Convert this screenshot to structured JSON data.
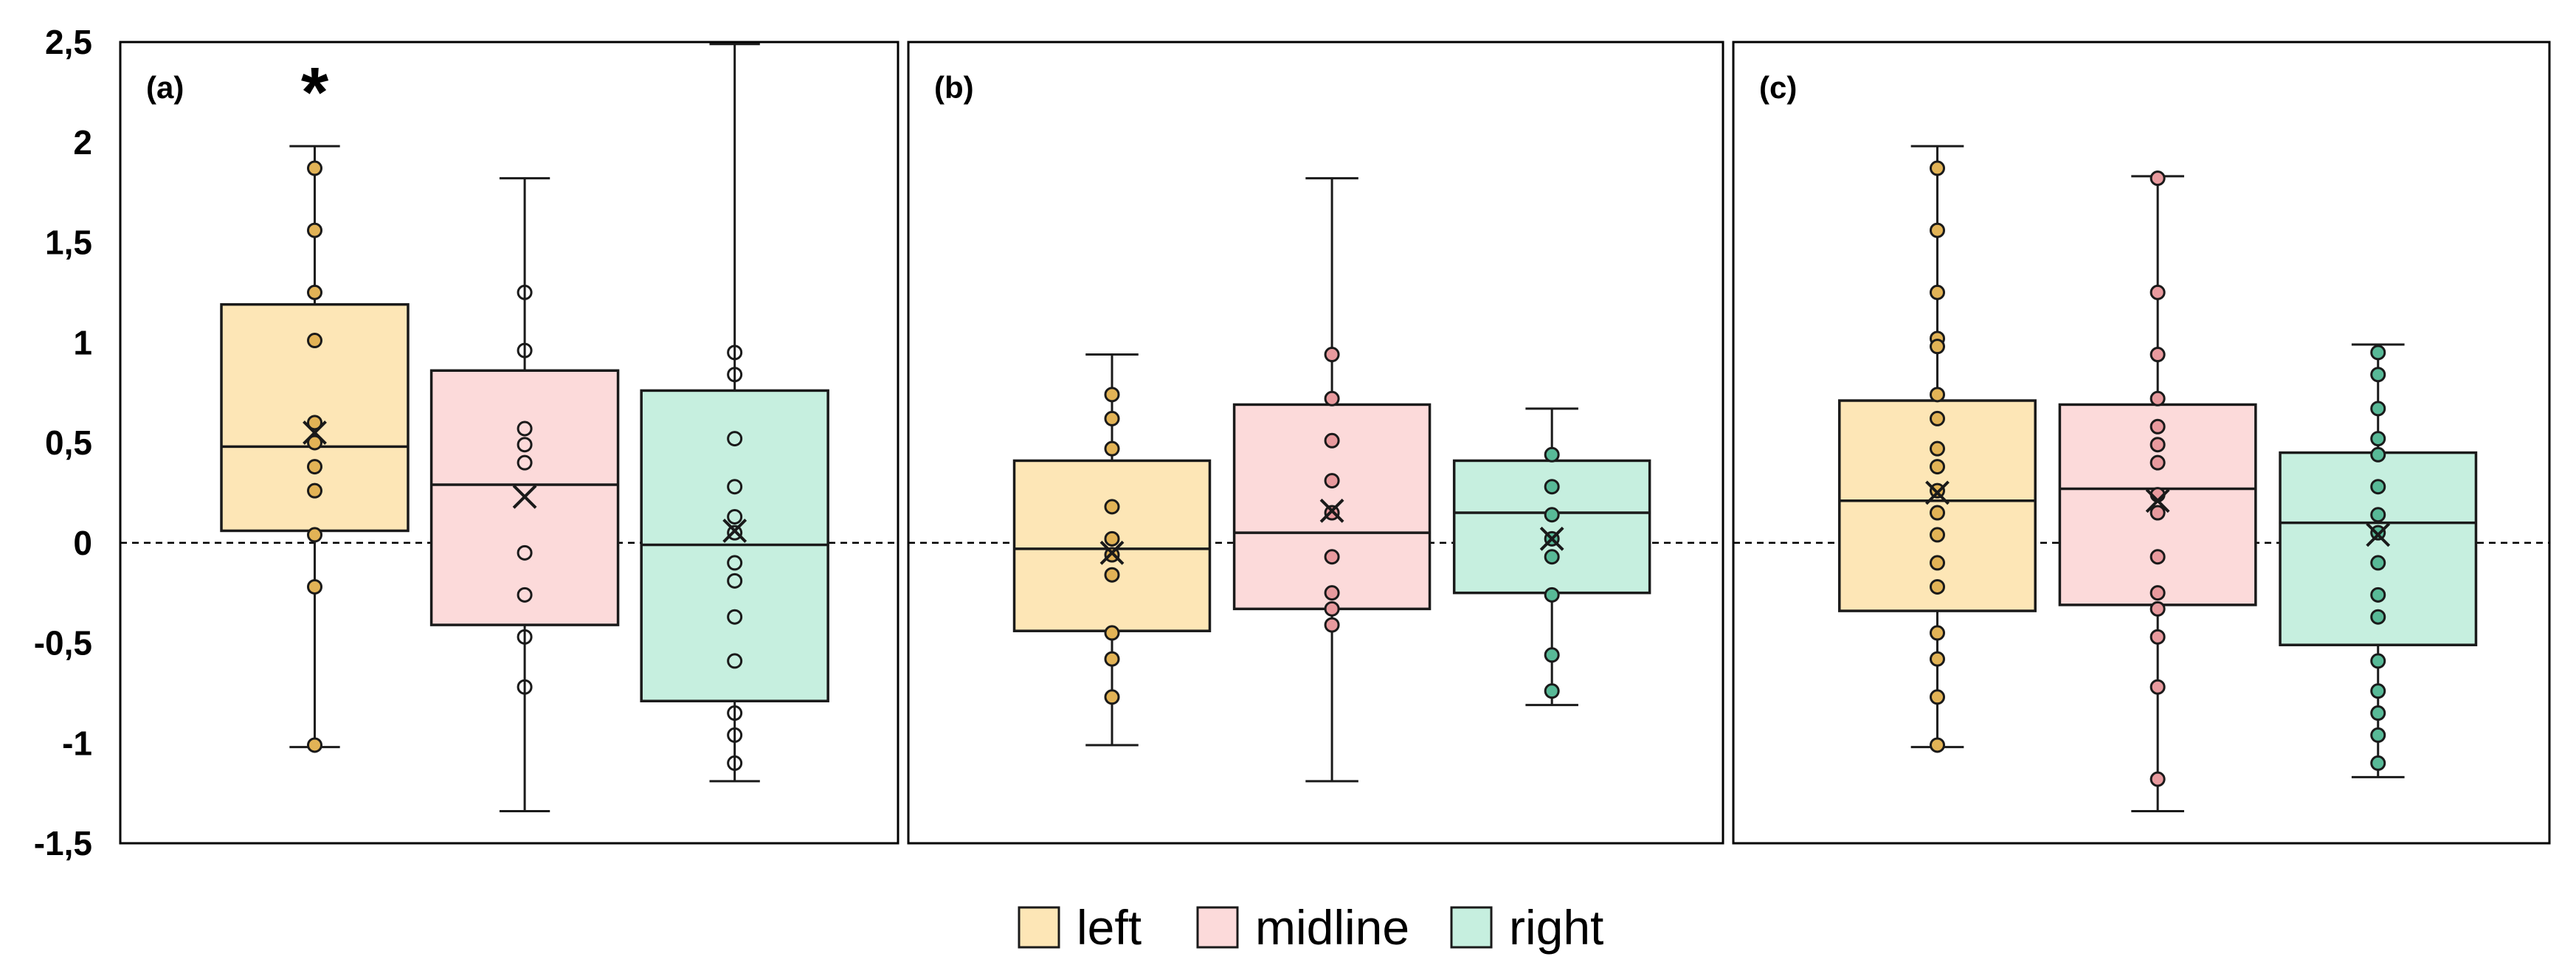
{
  "chart_data": {
    "type": "box",
    "ylim": [
      -1.5,
      2.5
    ],
    "yticks": [
      {
        "value": 2.5,
        "label": "2,5"
      },
      {
        "value": 2,
        "label": "2"
      },
      {
        "value": 1.5,
        "label": "1,5"
      },
      {
        "value": 1,
        "label": "1"
      },
      {
        "value": 0.5,
        "label": "0,5"
      },
      {
        "value": 0,
        "label": "0"
      },
      {
        "value": -0.5,
        "label": "-0,5"
      },
      {
        "value": -1,
        "label": "-1"
      },
      {
        "value": -1.5,
        "label": "-1,5"
      }
    ],
    "reference_line": {
      "value": 0,
      "style": "dashed"
    },
    "grid": false,
    "legend": {
      "position": "bottom",
      "items": [
        {
          "label": "left",
          "fill": "#fde6b6"
        },
        {
          "label": "midline",
          "fill": "#fcdada"
        },
        {
          "label": "right",
          "fill": "#c6efdf"
        }
      ]
    },
    "colors": {
      "left": {
        "fill": "#fde6b6",
        "point": "#e2b356"
      },
      "midline": {
        "fill": "#fcdada",
        "point": "#e89a9e"
      },
      "right": {
        "fill": "#c6efdf",
        "point": "#58b997"
      }
    },
    "panels": [
      {
        "label": "(a)",
        "annotation": "*",
        "annotation_series": "left",
        "series": [
          {
            "name": "left",
            "whisker_low": -1.02,
            "q1": 0.06,
            "median": 0.48,
            "q3": 1.19,
            "whisker_high": 1.98,
            "mean": 0.55,
            "points": [
              1.87,
              1.56,
              1.25,
              1.01,
              0.6,
              0.5,
              0.38,
              0.26,
              0.04,
              -0.22,
              -1.01
            ],
            "points_hollow": false
          },
          {
            "name": "midline",
            "whisker_low": -1.34,
            "q1": -0.41,
            "median": 0.29,
            "q3": 0.86,
            "whisker_high": 1.82,
            "mean": 0.23,
            "points": [
              1.25,
              0.96,
              0.57,
              0.49,
              0.4,
              -0.05,
              -0.26,
              -0.47,
              -0.72
            ],
            "points_hollow": true
          },
          {
            "name": "right",
            "whisker_low": -1.19,
            "q1": -0.79,
            "median": -0.01,
            "q3": 0.76,
            "whisker_high": 2.49,
            "mean": 0.06,
            "points": [
              0.95,
              0.84,
              0.52,
              0.28,
              0.13,
              0.05,
              -0.1,
              -0.19,
              -0.37,
              -0.59,
              -0.85,
              -0.96,
              -1.1
            ],
            "points_hollow": true
          }
        ]
      },
      {
        "label": "(b)",
        "series": [
          {
            "name": "left",
            "whisker_low": -1.01,
            "q1": -0.44,
            "median": -0.03,
            "q3": 0.41,
            "whisker_high": 0.94,
            "mean": -0.05,
            "points": [
              0.74,
              0.62,
              0.47,
              0.18,
              0.02,
              -0.06,
              -0.16,
              -0.45,
              -0.58,
              -0.77
            ],
            "points_hollow": false
          },
          {
            "name": "midline",
            "whisker_low": -1.19,
            "q1": -0.33,
            "median": 0.05,
            "q3": 0.69,
            "whisker_high": 1.82,
            "mean": 0.16,
            "points": [
              0.94,
              0.72,
              0.51,
              0.31,
              0.15,
              -0.07,
              -0.25,
              -0.33,
              -0.41
            ],
            "points_hollow": false
          },
          {
            "name": "right",
            "whisker_low": -0.81,
            "q1": -0.25,
            "median": 0.15,
            "q3": 0.41,
            "whisker_high": 0.67,
            "mean": 0.02,
            "points": [
              0.44,
              0.28,
              0.14,
              0.02,
              -0.07,
              -0.26,
              -0.56,
              -0.74
            ],
            "points_hollow": false
          }
        ]
      },
      {
        "label": "(c)",
        "series": [
          {
            "name": "left",
            "whisker_low": -1.02,
            "q1": -0.34,
            "median": 0.21,
            "q3": 0.71,
            "whisker_high": 1.98,
            "mean": 0.25,
            "points": [
              1.87,
              1.56,
              1.25,
              1.02,
              0.98,
              0.74,
              0.62,
              0.47,
              0.38,
              0.26,
              0.15,
              0.04,
              -0.1,
              -0.22,
              -0.45,
              -0.58,
              -0.77,
              -1.01
            ],
            "points_hollow": false
          },
          {
            "name": "midline",
            "whisker_low": -1.34,
            "q1": -0.31,
            "median": 0.27,
            "q3": 0.69,
            "whisker_high": 1.83,
            "mean": 0.21,
            "points": [
              1.82,
              1.25,
              0.94,
              0.72,
              0.58,
              0.49,
              0.4,
              0.24,
              0.15,
              -0.07,
              -0.25,
              -0.33,
              -0.47,
              -0.72,
              -1.18
            ],
            "points_hollow": false
          },
          {
            "name": "right",
            "whisker_low": -1.17,
            "q1": -0.51,
            "median": 0.1,
            "q3": 0.45,
            "whisker_high": 0.99,
            "mean": 0.04,
            "points": [
              0.95,
              0.84,
              0.67,
              0.52,
              0.44,
              0.28,
              0.14,
              0.05,
              -0.1,
              -0.26,
              -0.37,
              -0.59,
              -0.74,
              -0.85,
              -0.96,
              -1.1
            ],
            "points_hollow": false
          }
        ]
      }
    ]
  }
}
